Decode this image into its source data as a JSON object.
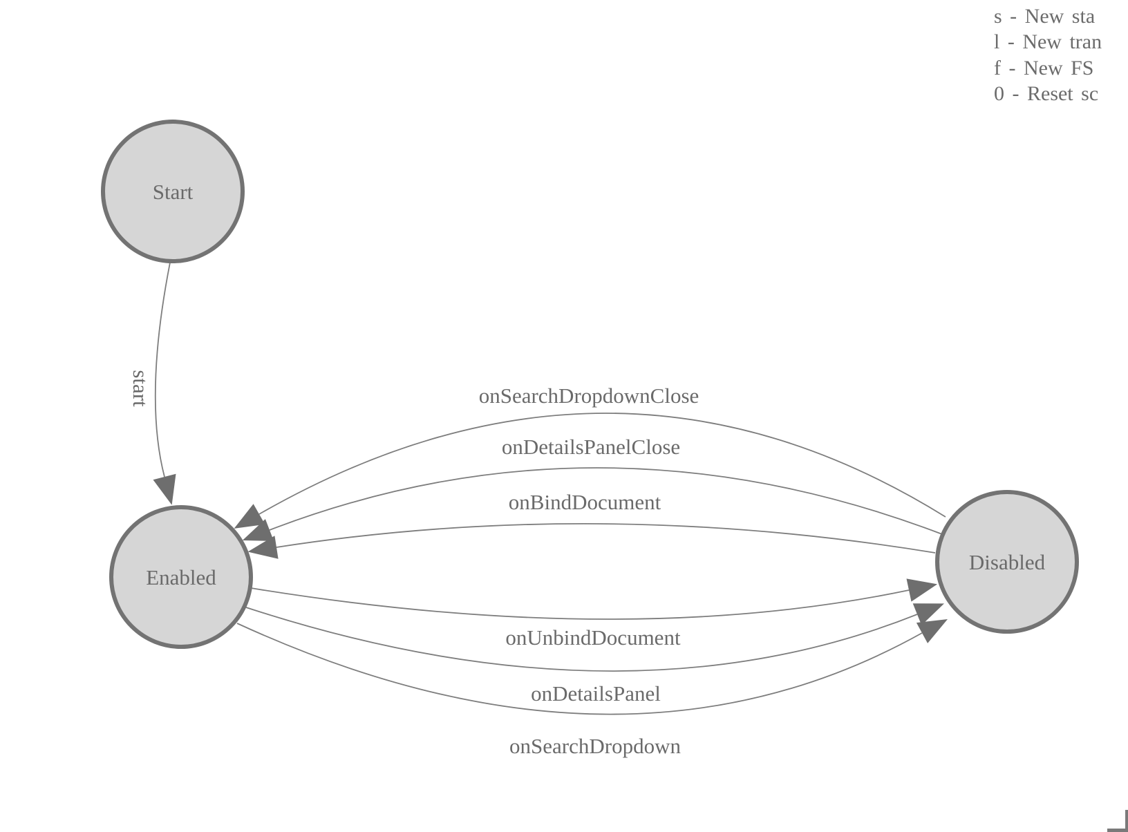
{
  "colors": {
    "background": "#ffffff",
    "state_fill": "#d6d6d6",
    "state_stroke": "#737373",
    "edge_stroke": "#7d7d7d",
    "arrow_fill": "#6e6e6e",
    "text": "#6a6a6a"
  },
  "states": {
    "start": {
      "label": "Start"
    },
    "enabled": {
      "label": "Enabled"
    },
    "disabled": {
      "label": "Disabled"
    }
  },
  "transitions": {
    "start_edge": {
      "label": "start",
      "from": "Start",
      "to": "Enabled"
    },
    "on_search_dropdown_close": {
      "label": "onSearchDropdownClose",
      "from": "Disabled",
      "to": "Enabled"
    },
    "on_details_panel_close": {
      "label": "onDetailsPanelClose",
      "from": "Disabled",
      "to": "Enabled"
    },
    "on_bind_document": {
      "label": "onBindDocument",
      "from": "Disabled",
      "to": "Enabled"
    },
    "on_unbind_document": {
      "label": "onUnbindDocument",
      "from": "Enabled",
      "to": "Disabled"
    },
    "on_details_panel": {
      "label": "onDetailsPanel",
      "from": "Enabled",
      "to": "Disabled"
    },
    "on_search_dropdown": {
      "label": "onSearchDropdown",
      "from": "Enabled",
      "to": "Disabled"
    }
  },
  "shortcuts_legend": {
    "line1": "s - New sta",
    "line2": "l - New tran",
    "line3": "f - New FS",
    "line4": "0 - Reset sc"
  }
}
